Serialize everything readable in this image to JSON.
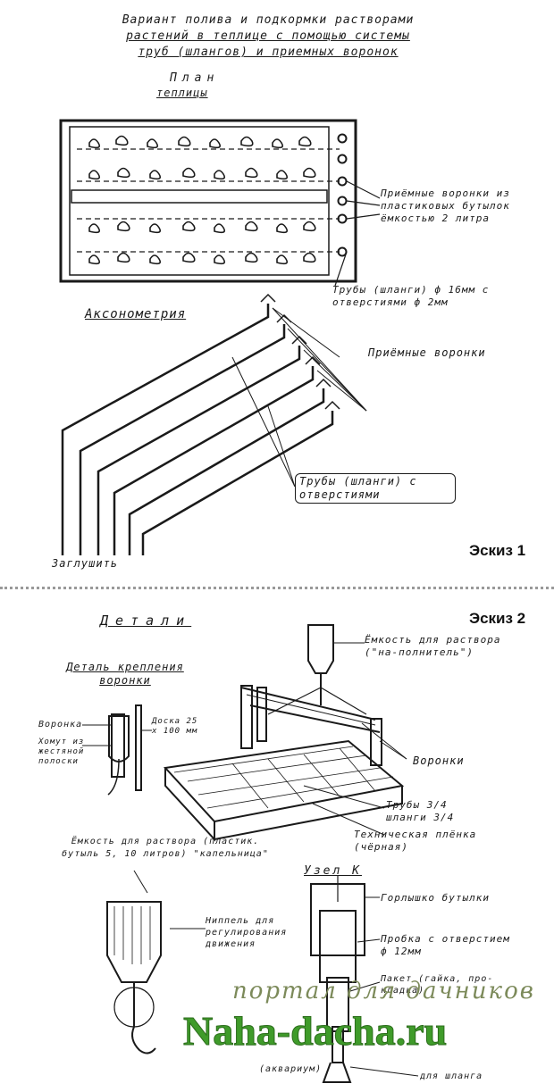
{
  "title": {
    "line1": "Вариант полива и подкормки растворами",
    "line2": "растений в теплице с помощью системы",
    "line3": "труб (шлангов) и приемных воронок"
  },
  "plan": {
    "heading": "План",
    "subheading": "теплицы"
  },
  "labels": {
    "funnels_plastic": "Приёмные воронки из пластиковых бутылок ёмкостью 2 литра",
    "tubes_d": "Трубы (шланги) ф 16мм с отверстиями ф 2мм",
    "axonometry": "Аксонометрия",
    "funnels": "Приёмные воронки",
    "tubes_holes": "Трубы (шланги) с отверстиями",
    "plug": "Заглушить",
    "sketch1": "Эскиз 1",
    "details": "Детали",
    "sketch2": "Эскиз 2",
    "funnel_mount": "Деталь крепления воронки",
    "container": "Ёмкость для раствора (\"на-полнитель\")",
    "funnel_small": "Воронка",
    "board": "Доска 25 x 100 мм",
    "clamp": "Хомут из жестяной полоски",
    "funnels2": "Воронки",
    "tubes_34": "Трубы 3/4 шланги 3/4",
    "film": "Техническая плёнка (чёрная)",
    "container2": "Ёмкость для раствора (пластик. бутыль 5, 10 литров) \"капельница\"",
    "node": "Узел К",
    "neck": "Горлышко бутылки",
    "cap": "Пробка с отверстием ф 12мм",
    "nipple": "Ниппель для регулирования движения",
    "gasket": "Пакет (гайка, про-кладка)",
    "hose_for": "для шланга",
    "aquarium": "(аквариум)"
  },
  "watermark": {
    "line1": "портал для дачников",
    "line2": "Naha-dacha.ru"
  }
}
